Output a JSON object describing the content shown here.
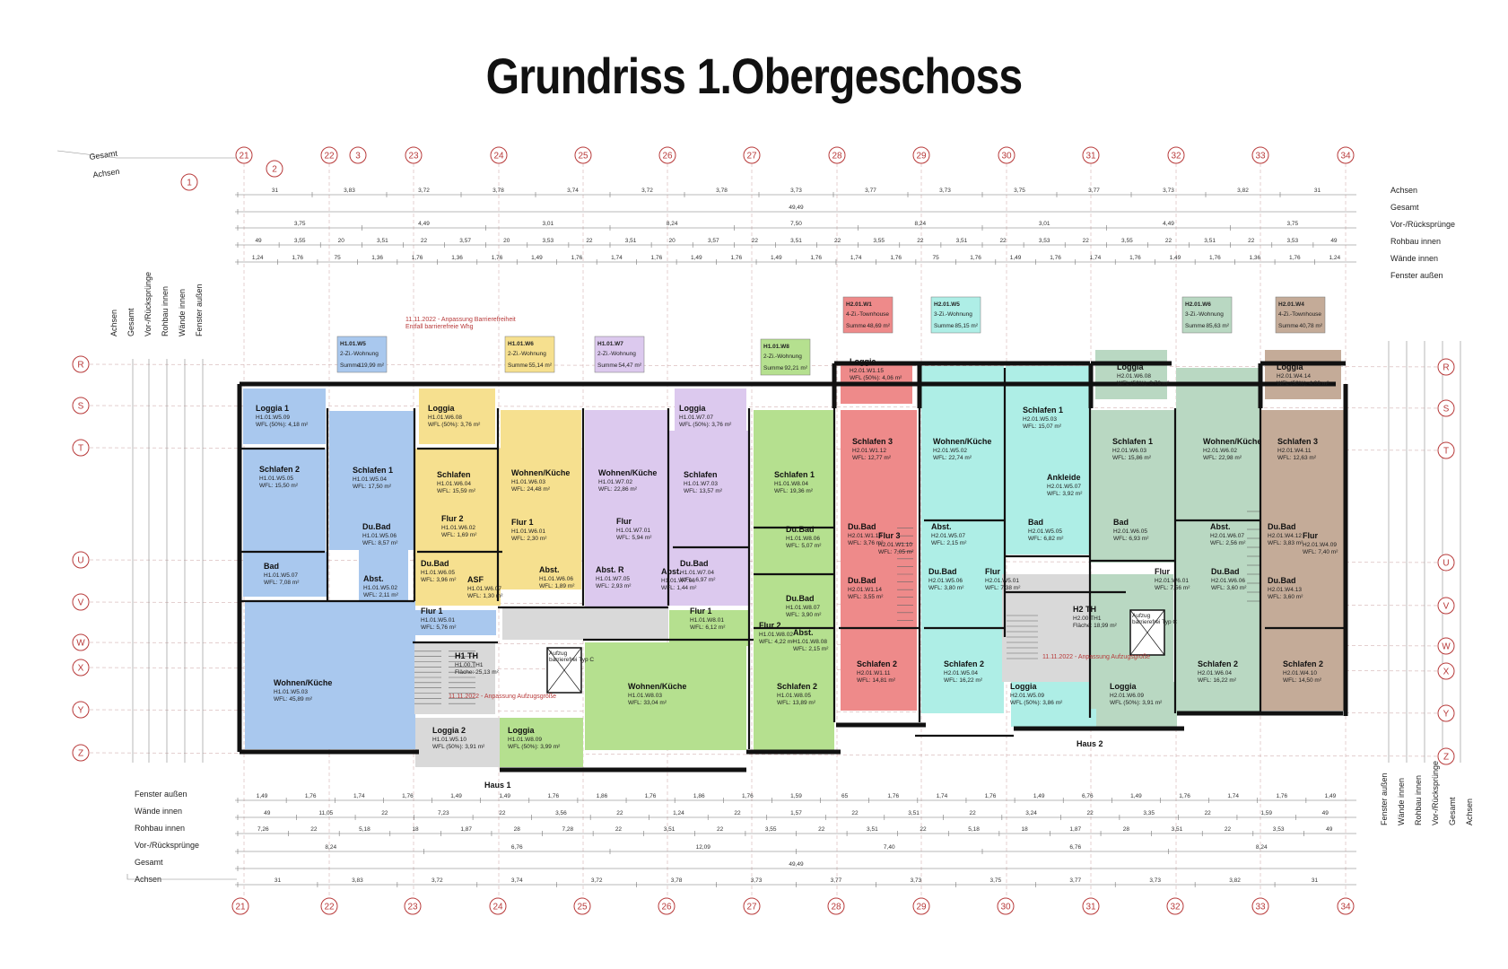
{
  "title": "Grundriss 1.Obergeschoss",
  "colors": {
    "blue": "#a9c8ee",
    "yellow": "#f6e08f",
    "lilac": "#dcc9ee",
    "green": "#b5e08f",
    "red": "#ee8a8a",
    "cyan": "#aeeee6",
    "sage": "#b9d8c2",
    "brown": "#c4ab98",
    "stair": "#d9d9d9",
    "axis": "#b83a3a"
  },
  "axes_top": [
    "21",
    "22",
    "3",
    "23",
    "24",
    "25",
    "26",
    "27",
    "28",
    "29",
    "30",
    "31",
    "32",
    "33",
    "34"
  ],
  "axes_bottom": [
    "21",
    "22",
    "23",
    "24",
    "25",
    "26",
    "27",
    "28",
    "29",
    "30",
    "31",
    "32",
    "33",
    "34"
  ],
  "axes_left": [
    "R",
    "S",
    "T",
    "U",
    "V",
    "W",
    "X",
    "Y",
    "Z"
  ],
  "axes_right": [
    "R",
    "S",
    "T",
    "U",
    "V",
    "W",
    "X",
    "Y",
    "Z"
  ],
  "extra_axes": [
    "1",
    "2"
  ],
  "legend_top_right": [
    "Achsen",
    "Gesamt",
    "Vor-/Rücksprünge",
    "Rohbau innen",
    "Wände innen",
    "Fenster außen"
  ],
  "legend_bottom_left": [
    "Fenster außen",
    "Wände innen",
    "Rohbau innen",
    "Vor-/Rücksprünge",
    "Gesamt",
    "Achsen"
  ],
  "legend_left_vertical": [
    "Achsen",
    "Gesamt",
    "Vor-/Rücksprünge",
    "Rohbau innen",
    "Wände innen",
    "Fenster außen"
  ],
  "legend_right_vertical": [
    "Fenster außen",
    "Wände innen",
    "Rohbau innen",
    "Vor-/Rücksprünge",
    "Gesamt",
    "Achsen"
  ],
  "corner_labels": [
    "Gesamt",
    "Achsen"
  ],
  "top_dims": {
    "row_axes": [
      "31",
      "3,83",
      "3,72",
      "3,78",
      "3,74",
      "3,72",
      "3,78",
      "3,73",
      "3,77",
      "3,73",
      "3,75",
      "3,77",
      "3,73",
      "3,82",
      "31"
    ],
    "row_total": [
      "49,49"
    ],
    "row_vr": [
      "3,75",
      "4,49",
      "3,01",
      "8,24",
      "7,50",
      "8,24",
      "3,01",
      "4,49",
      "3,75"
    ],
    "row_rohbau": [
      "49",
      "3,55",
      "20",
      "3,51",
      "22",
      "3,57",
      "20",
      "3,53",
      "22",
      "3,51",
      "20",
      "3,57",
      "22",
      "3,51",
      "22",
      "3,55",
      "22",
      "3,51",
      "22",
      "3,53",
      "22",
      "3,55",
      "22",
      "3,51",
      "22",
      "3,53",
      "49"
    ],
    "row_fenster": [
      "1,24",
      "1,76",
      "75",
      "1,36",
      "1,76",
      "1,36",
      "1,76",
      "1,49",
      "1,76",
      "1,74",
      "1,76",
      "1,49",
      "1,76",
      "1,49",
      "1,76",
      "1,74",
      "1,76",
      "75",
      "1,76",
      "1,49",
      "1,76",
      "1,74",
      "1,76",
      "1,49",
      "1,76",
      "1,36",
      "1,76",
      "1,24"
    ]
  },
  "bottom_dims": {
    "row_fenster": [
      "1,49",
      "1,76",
      "1,74",
      "1,76",
      "1,49",
      "1,49",
      "1,76",
      "1,86",
      "1,76",
      "1,86",
      "1,76",
      "1,59",
      "65",
      "1,76",
      "1,74",
      "1,76",
      "1,49",
      "6,76",
      "1,49",
      "1,76",
      "1,74",
      "1,76",
      "1,49"
    ],
    "row_rohbau": [
      "49",
      "11,05",
      "22",
      "7,23",
      "22",
      "3,56",
      "22",
      "1,24",
      "22",
      "1,57",
      "22",
      "3,51",
      "22",
      "3,24",
      "22",
      "3,35",
      "22",
      "1,59",
      "49"
    ],
    "row_vr": [
      "7,26",
      "22",
      "5,18",
      "18",
      "1,87",
      "28",
      "7,28",
      "22",
      "3,51",
      "22",
      "3,55",
      "22",
      "3,51",
      "22",
      "5,18",
      "18",
      "1,87",
      "28",
      "3,51",
      "22",
      "3,53",
      "49"
    ],
    "row_vr2": [
      "8,24",
      "6,76",
      "12,09",
      "7,40",
      "6,76",
      "8,24"
    ],
    "row_total": [
      "49,49"
    ],
    "row_axes": [
      "31",
      "3,83",
      "3,72",
      "3,74",
      "3,72",
      "3,78",
      "3,73",
      "3,77",
      "3,73",
      "3,75",
      "3,77",
      "3,73",
      "3,82",
      "31"
    ]
  },
  "apartment_tags": [
    {
      "id": "H1.01.W5",
      "type": "2-Zi.-Wohnung",
      "sum": "119,99 m²"
    },
    {
      "id": "H1.01.W6",
      "type": "2-Zi.-Wohnung",
      "sum": "55,14 m²"
    },
    {
      "id": "H1.01.W7",
      "type": "2-Zi.-Wohnung",
      "sum": "54,47 m²"
    },
    {
      "id": "H1.01.W8",
      "type": "2-Zi.-Wohnung",
      "sum": "92,21 m²"
    },
    {
      "id": "H2.01.W1",
      "type": "4-Zi.-Townhouse",
      "sum": "48,69 m²"
    },
    {
      "id": "H2.01.W5",
      "type": "3-Zi.-Wohnung",
      "sum": "85,15 m²"
    },
    {
      "id": "H2.01.W6",
      "type": "3-Zi.-Wohnung",
      "sum": "85,63 m²"
    },
    {
      "id": "H2.01.W4",
      "type": "4-Zi.-Townhouse",
      "sum": "40,78 m²"
    }
  ],
  "notes": {
    "barrierefrei_1": "11.11.2022 - Anpassung Barrierefreiheit",
    "barrierefrei_2": "Entfall barrierefreie Whg",
    "aufzug_1": "11.11.2022 - Anpassung Aufzugsgröße",
    "aufzug_2": "11.11.2022 - Anpassung Aufzugsgröße",
    "haus1": "Haus 1",
    "haus2": "Haus 2"
  },
  "rooms": [
    {
      "name": "Loggia 1",
      "id": "H1.01.W5.09",
      "area": "WFL (50%): 4,18 m²"
    },
    {
      "name": "Schlafen 2",
      "id": "H1.01.W5.05",
      "area": "WFL: 15,50 m²"
    },
    {
      "name": "Schlafen 1",
      "id": "H1.01.W5.04",
      "area": "WFL: 17,50 m²"
    },
    {
      "name": "Du.Bad",
      "id": "H1.01.W5.06",
      "area": "WFL: 8,57 m²"
    },
    {
      "name": "Bad",
      "id": "H1.01.W5.07",
      "area": "WFL: 7,08 m²"
    },
    {
      "name": "Abst.",
      "id": "H1.01.W5.02",
      "area": "WFL: 2,11 m²"
    },
    {
      "name": "Wohnen/Küche",
      "id": "H1.01.W5.03",
      "area": "WFL: 45,89 m²"
    },
    {
      "name": "Loggia",
      "id": "H1.01.W6.08",
      "area": "WFL (50%): 3,76 m²"
    },
    {
      "name": "Schlafen",
      "id": "H1.01.W6.04",
      "area": "WFL: 15,59 m²"
    },
    {
      "name": "Flur 2",
      "id": "H1.01.W6.02",
      "area": "WFL: 1,69 m²"
    },
    {
      "name": "Du.Bad",
      "id": "H1.01.W6.05",
      "area": "WFL: 3,96 m²"
    },
    {
      "name": "ASF",
      "id": "H1.01.W6.07",
      "area": "WFL: 1,30 m²"
    },
    {
      "name": "Wohnen/Küche",
      "id": "H1.01.W6.03",
      "area": "WFL: 24,48 m²"
    },
    {
      "name": "Flur 1",
      "id": "H1.01.W6.01",
      "area": "WFL: 2,30 m²"
    },
    {
      "name": "Abst.",
      "id": "H1.01.W6.06",
      "area": "WFL: 1,89 m²"
    },
    {
      "name": "Flur 1",
      "id": "H1.01.W5.01",
      "area": "WFL: 5,76 m²"
    },
    {
      "name": "Wohnen/Küche",
      "id": "H1.01.W7.02",
      "area": "WFL: 22,86 m²"
    },
    {
      "name": "Flur",
      "id": "H1.01.W7.01",
      "area": "WFL: 5,94 m²"
    },
    {
      "name": "Abst. R",
      "id": "H1.01.W7.05",
      "area": "WFL: 2,93 m²"
    },
    {
      "name": "Loggia",
      "id": "H1.01.W7.07",
      "area": "WFL (50%): 3,76 m²"
    },
    {
      "name": "Schlafen",
      "id": "H1.01.W7.03",
      "area": "WFL: 13,57 m²"
    },
    {
      "name": "Abst.",
      "id": "H1.01.W7.06",
      "area": "WFL: 1,44 m²"
    },
    {
      "name": "Du.Bad",
      "id": "H1.01.W7.04",
      "area": "WFL: 6,97 m²"
    },
    {
      "name": "H1 TH",
      "id": "H1.00.TH1",
      "area": "Fläche: 25,13 m²"
    },
    {
      "name": "Loggia 2",
      "id": "H1.01.W5.10",
      "area": "WFL (50%): 3,91 m²"
    },
    {
      "name": "Loggia",
      "id": "H1.01.W8.09",
      "area": "WFL (50%): 3,99 m²"
    },
    {
      "name": "Flur 1",
      "id": "H1.01.W8.01",
      "area": "WFL: 6,12 m²"
    },
    {
      "name": "Wohnen/Küche",
      "id": "H1.01.W8.03",
      "area": "WFL: 33,04 m²"
    },
    {
      "name": "Schlafen 1",
      "id": "H1.01.W8.04",
      "area": "WFL: 19,36 m²"
    },
    {
      "name": "Du.Bad",
      "id": "H1.01.W8.06",
      "area": "WFL: 5,07 m²"
    },
    {
      "name": "Du.Bad",
      "id": "H1.01.W8.07",
      "area": "WFL: 3,90 m²"
    },
    {
      "name": "Abst.",
      "id": "H1.01.W8.08",
      "area": "WFL: 2,15 m²"
    },
    {
      "name": "Schlafen 2",
      "id": "H1.01.W8.05",
      "area": "WFL: 13,89 m²"
    },
    {
      "name": "Flur 2",
      "id": "H1.01.W8.02",
      "area": "WFL: 4,22 m²"
    },
    {
      "name": "Loggia",
      "id": "H2.01.W1.15",
      "area": "WFL (50%): 4,06 m²"
    },
    {
      "name": "Schlafen 3",
      "id": "H2.01.W1.12",
      "area": "WFL: 12,77 m²"
    },
    {
      "name": "Du.Bad",
      "id": "H2.01.W1.13",
      "area": "WFL: 3,76 m²"
    },
    {
      "name": "Flur 3",
      "id": "H2.01.W1.10",
      "area": "WFL: 7,05 m²"
    },
    {
      "name": "Du.Bad",
      "id": "H2.01.W1.14",
      "area": "WFL: 3,55 m²"
    },
    {
      "name": "Schlafen 2",
      "id": "H2.01.W1.11",
      "area": "WFL: 14,81 m²"
    },
    {
      "name": "Wohnen/Küche",
      "id": "H2.01.W5.02",
      "area": "WFL: 22,74 m²"
    },
    {
      "name": "Abst.",
      "id": "H2.01.W5.07",
      "area": "WFL: 2,15 m²"
    },
    {
      "name": "Du.Bad",
      "id": "H2.01.W5.06",
      "area": "WFL: 3,80 m²"
    },
    {
      "name": "Flur",
      "id": "H2.01.W5.01",
      "area": "WFL: 7,38 m²"
    },
    {
      "name": "Schlafen 2",
      "id": "H2.01.W5.04",
      "area": "WFL: 16,22 m²"
    },
    {
      "name": "Schlafen 1",
      "id": "H2.01.W5.03",
      "area": "WFL: 15,07 m²"
    },
    {
      "name": "Ankleide",
      "id": "H2.01.W5.07",
      "area": "WFL: 3,92 m²"
    },
    {
      "name": "Bad",
      "id": "H2.01.W5.05",
      "area": "WFL: 6,82 m²"
    },
    {
      "name": "H2 TH",
      "id": "H2.00.TH1",
      "area": "Fläche: 18,99 m²"
    },
    {
      "name": "Loggia",
      "id": "H2.01.W5.09",
      "area": "WFL (50%): 3,86 m²"
    },
    {
      "name": "Loggia",
      "id": "H2.01.W6.09",
      "area": "WFL (50%): 3,91 m²"
    },
    {
      "name": "Loggia",
      "id": "H2.01.W6.08",
      "area": "WFL (50%): 3,76 m²"
    },
    {
      "name": "Schlafen 1",
      "id": "H2.01.W6.03",
      "area": "WFL: 15,86 m²"
    },
    {
      "name": "Bad",
      "id": "H2.01.W6.05",
      "area": "WFL: 6,93 m²"
    },
    {
      "name": "Flur",
      "id": "H2.01.W6.01",
      "area": "WFL: 7,56 m²"
    },
    {
      "name": "Wohnen/Küche",
      "id": "H2.01.W6.02",
      "area": "WFL: 22,98 m²"
    },
    {
      "name": "Abst.",
      "id": "H2.01.W6.07",
      "area": "WFL: 2,56 m²"
    },
    {
      "name": "Du.Bad",
      "id": "H2.01.W6.06",
      "area": "WFL: 3,60 m²"
    },
    {
      "name": "Schlafen 2",
      "id": "H2.01.W6.04",
      "area": "WFL: 16,22 m²"
    },
    {
      "name": "Loggia",
      "id": "H2.01.W4.14",
      "area": "WFL (50%): 4,06 m²"
    },
    {
      "name": "Schlafen 3",
      "id": "H2.01.W4.11",
      "area": "WFL: 12,63 m²"
    },
    {
      "name": "Du.Bad",
      "id": "H2.01.W4.12",
      "area": "WFL: 3,83 m²"
    },
    {
      "name": "Flur",
      "id": "H2.01.W4.09",
      "area": "WFL: 7,40 m²"
    },
    {
      "name": "Du.Bad",
      "id": "H2.01.W4.13",
      "area": "WFL: 3,60 m²"
    },
    {
      "name": "Schlafen 2",
      "id": "H2.01.W4.10",
      "area": "WFL: 14,50 m²"
    }
  ],
  "aufzug": {
    "name": "Aufzug",
    "text": "barrierefrei Typ C"
  }
}
